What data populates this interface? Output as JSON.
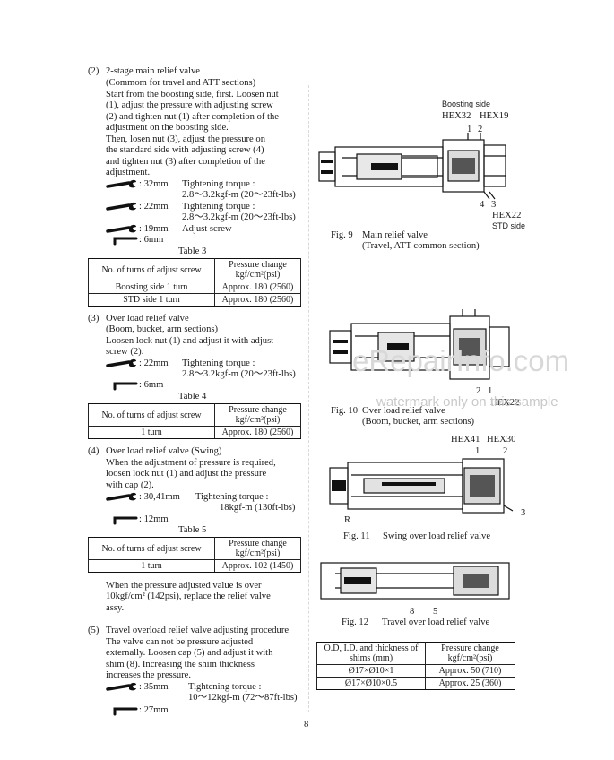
{
  "section2": {
    "number": "(2)",
    "title": "2-stage main relief valve",
    "subtitle": "(Commom for travel and ATT sections)",
    "body": [
      "Start from the boosting side, first. Loosen nut",
      "(1), adjust the pressure with adjusting screw",
      "(2) and tighten nut (1) after completion of the",
      "adjustment on the boosting side.",
      "Then, losen nut (3), adjust the pressure on",
      "the standard side with adjusting screw (4)",
      "and tighten nut (3) after completion of the",
      "adjustment."
    ],
    "tool1_size": ": 32mm",
    "tool1_label": "Tightening torque :",
    "tool1_value": "2.8～3.2kgf-m (20～23ft-lbs)",
    "tool2_size": ": 22mm",
    "tool2_label": "Tightening torque :",
    "tool2_value": "2.8～3.2kgf-m (20～23ft-lbs)",
    "tool3_size": ": 19mm",
    "tool3_label": "Adjust screw",
    "tool4_size": ": 6mm",
    "table_title": "Table 3",
    "table_header": [
      "No. of turns of adjust screw",
      "Pressure change",
      "kgf/cm²(psi)"
    ],
    "table_rows": [
      [
        "Boosting side 1 turn",
        "Approx. 180 (2560)"
      ],
      [
        "STD side 1 turn",
        "Approx. 180 (2560)"
      ]
    ]
  },
  "section3": {
    "number": "(3)",
    "title": "Over load relief valve",
    "subtitle": "(Boom, bucket, arm sections)",
    "body": [
      "Loosen lock nut (1) and adjust it with adjust",
      "screw (2)."
    ],
    "tool1_size": ": 22mm",
    "tool1_label": "Tightening torque :",
    "tool1_value": "2.8～3.2kgf-m (20～23ft-lbs)",
    "tool2_size": ": 6mm",
    "table_title": "Table 4",
    "table_header": [
      "No. of turns of adjust screw",
      "Pressure change",
      "kgf/cm²(psi)"
    ],
    "table_rows": [
      [
        "1 turn",
        "Approx. 180 (2560)"
      ]
    ]
  },
  "section4": {
    "number": "(4)",
    "title": "Over load relief valve (Swing)",
    "body": [
      "When the adjustment of pressure is required,",
      "loosen lock nut (1) and adjust the pressure",
      "with cap (2)."
    ],
    "tool1_size": ": 30,41mm",
    "tool1_label": "Tightening torque :",
    "tool1_value": "18kgf-m (130ft-lbs)",
    "tool2_size": ": 12mm",
    "table_title": "Table 5",
    "table_header": [
      "No. of turns of adjust screw",
      "Pressure change",
      "kgf/cm²(psi)"
    ],
    "table_rows": [
      [
        "1 turn",
        "Approx. 102 (1450)"
      ]
    ],
    "note": [
      "When the pressure adjusted value is over",
      "10kgf/cm² (142psi), replace the relief valve",
      "assy."
    ]
  },
  "section5": {
    "number": "(5)",
    "title": "Travel overload relief valve adjusting procedure",
    "body": [
      "The valve can not be pressure adjusted",
      "externally. Loosen cap (5) and adjust it with",
      "shim (8). Increasing the shim thickness",
      "increases the pressure."
    ],
    "tool1_size": ": 35mm",
    "tool1_label": "Tightening torque :",
    "tool1_value": "10～12kgf-m (72～87ft-lbs)",
    "tool2_size": ": 27mm"
  },
  "fig9": {
    "boosting_label": "Boosting side",
    "hex32": "HEX32",
    "hex19": "HEX19",
    "n1": "1",
    "n2": "2",
    "n4": "4",
    "n3": "3",
    "hex22": "HEX22",
    "std_label": "STD side",
    "caption_num": "Fig. 9",
    "caption_text": "Main relief valve",
    "caption_sub": "(Travel, ATT common section)"
  },
  "fig10": {
    "n2": "2",
    "n1": "1",
    "hex22": "HEX22",
    "caption_num": "Fig. 10",
    "caption_text": "Over load relief valve",
    "caption_sub": "(Boom, bucket, arm sections)"
  },
  "fig11": {
    "hex41": "HEX41",
    "hex30": "HEX30",
    "n1": "1",
    "n2": "2",
    "n3": "3",
    "r": "R",
    "caption_num": "Fig. 11",
    "caption_text": "Swing over load relief valve"
  },
  "fig12": {
    "n8": "8",
    "n5": "5",
    "caption_num": "Fig. 12",
    "caption_text": "Travel over load relief valve"
  },
  "shim_table": {
    "header": [
      "O.D, I.D. and thickness of",
      "shims (mm)",
      "Pressure change",
      "kgf/cm²(psi)"
    ],
    "rows": [
      [
        "Ø17×Ø10×1",
        "Approx. 50 (710)"
      ],
      [
        "Ø17×Ø10×0.5",
        "Approx. 25 (360)"
      ]
    ]
  },
  "watermark": {
    "site": "eRepairInfo.com",
    "notice": "watermark only on this sample"
  },
  "page_number": "8"
}
